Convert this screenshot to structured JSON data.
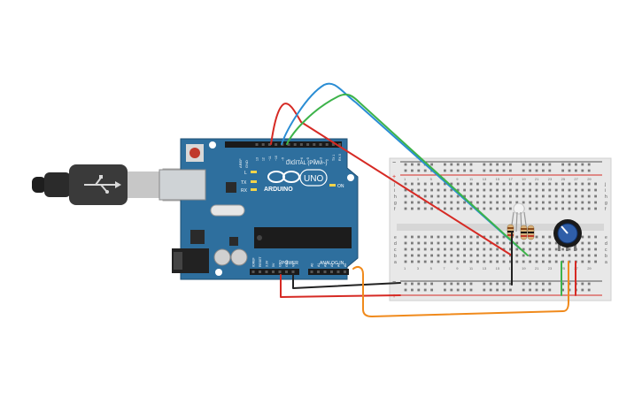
{
  "arduino": {
    "brand": "ARDUINO",
    "model": "UNO",
    "digital_header": "DIGITAL (PWM~)",
    "power_header": "POWER",
    "analog_header": "ANALOG IN",
    "led_l": "L",
    "led_tx": "TX",
    "led_rx": "RX",
    "led_on": "ON",
    "aref": "AREF",
    "gnd": "GND",
    "digital_pins": [
      "13",
      "12",
      "~11",
      "~10",
      "~9",
      "8",
      "7",
      "~6",
      "~5",
      "4",
      "~3",
      "2",
      "TX 1",
      "RX 0"
    ],
    "power_pins": [
      "IOREF",
      "RESET",
      "3.3V",
      "5V",
      "GND",
      "GND",
      "Vin"
    ],
    "analog_pins": [
      "A0",
      "A1",
      "A2",
      "A3",
      "A4",
      "A5"
    ],
    "board_color": "#2E6F9E"
  },
  "breadboard": {
    "row_letters_top": [
      "j",
      "i",
      "h",
      "g",
      "f"
    ],
    "row_letters_bottom": [
      "e",
      "d",
      "c",
      "b",
      "a"
    ],
    "rail_plus": "+",
    "rail_minus": "−",
    "column_numbers": [
      "1",
      "3",
      "5",
      "7",
      "9",
      "11",
      "13",
      "15",
      "17",
      "19",
      "21",
      "23",
      "25",
      "27",
      "29"
    ]
  },
  "components": {
    "rgb_led": "rgb-led",
    "resistors": 3,
    "potentiometer": "potentiometer"
  },
  "wires": {
    "red": "#D62A24",
    "blue": "#2A8DD4",
    "green": "#3DB34A",
    "black": "#222222",
    "orange": "#F08A1C"
  }
}
